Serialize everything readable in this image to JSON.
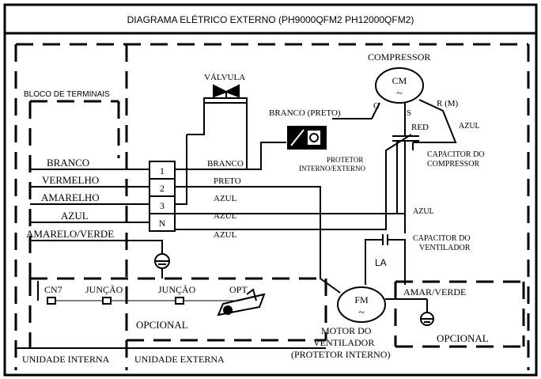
{
  "title": "DIAGRAMA ELÉTRICO EXTERNO (PH9000QFM2 PH12000QFM2)",
  "labels": {
    "bloco_terminais": "BLOCO DE TERMINAIS",
    "valvula": "VÁLVULA",
    "compressor": "COMPRESSOR",
    "cm": "CM",
    "c": "C",
    "s": "S",
    "r": "R (M)",
    "red": "RED",
    "azul_comp": "AZUL",
    "branco_preto": "BRANCO (PRETO)",
    "protetor_line1": "PROTETOR",
    "protetor_line2": "INTERNO/EXTERNO",
    "capacitor_comp_line1": "CAPACITOR DO",
    "capacitor_comp_line2": "COMPRESSOR",
    "azul_vert": "AZUL",
    "capacitor_vent_line1": "CAPACITOR DO",
    "capacitor_vent_line2": "VENTILADOR",
    "la": "LA",
    "fm": "FM",
    "motor_line1": "MOTOR DO",
    "motor_line2": "VENTILADOR",
    "motor_line3": "(PROTETOR INTERNO)",
    "amar_verde": "AMAR/VERDE",
    "opcional_right": "OPCIONAL",
    "opcional_left": "OPCIONAL",
    "cn7": "CN7",
    "juncao1": "JUNÇÃO",
    "juncao2": "JUNÇÃO",
    "opt": "OPT",
    "unidade_interna": "UNIDADE INTERNA",
    "unidade_externa": "UNIDADE EXTERNA",
    "tilde_cm": "~",
    "tilde_fm": "~"
  },
  "left_wires": [
    "BRANCO",
    "VERMELHO",
    "AMARELHO",
    "AZUL",
    "AMARELO/VERDE"
  ],
  "terminals": [
    "1",
    "2",
    "3",
    "N"
  ],
  "right_wires": [
    "BRANCO",
    "PRETO",
    "AZUL",
    "AZUL",
    "AZUL"
  ]
}
